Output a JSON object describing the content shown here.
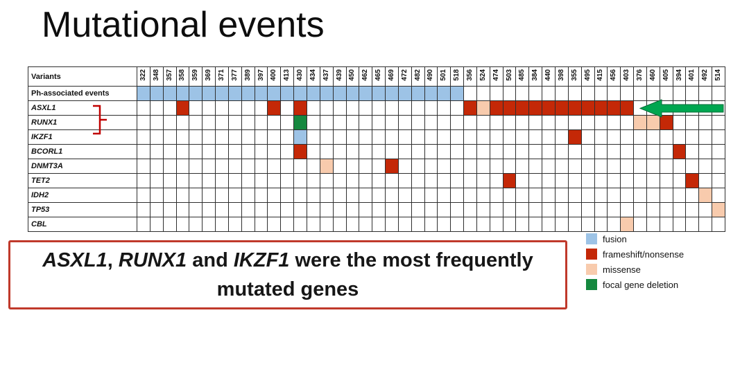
{
  "title": "Mutational events",
  "colors": {
    "fusion": "#9dc3e6",
    "frameshift": "#c42807",
    "missense": "#f8cbad",
    "deletion": "#15883f",
    "arrow": "#00a650",
    "bracket": "#c00000",
    "callout_border": "#c0392b",
    "grid_border": "#2e2e2e"
  },
  "chart_data": {
    "type": "heatmap",
    "title": "Mutational events",
    "corner_label": "Variants",
    "columns": [
      "322",
      "348",
      "357",
      "358",
      "359",
      "369",
      "371",
      "377",
      "389",
      "397",
      "400",
      "413",
      "430",
      "434",
      "437",
      "439",
      "450",
      "462",
      "465",
      "469",
      "472",
      "482",
      "490",
      "501",
      "518",
      "356",
      "524",
      "474",
      "503",
      "485",
      "384",
      "440",
      "398",
      "355",
      "495",
      "415",
      "456",
      "403",
      "376",
      "460",
      "405",
      "394",
      "401",
      "492",
      "514"
    ],
    "rows": [
      {
        "label": "Ph-associated events",
        "italic": false,
        "marks": [
          {
            "type": "fusion",
            "from": 1,
            "to": 25
          }
        ]
      },
      {
        "label": "ASXL1",
        "italic": true,
        "marks": [
          {
            "type": "frameshift",
            "cols": [
              4,
              11,
              13,
              26,
              28,
              29,
              30,
              31,
              32,
              33,
              34,
              35,
              36,
              37,
              38
            ]
          },
          {
            "type": "missense",
            "cols": [
              27
            ]
          }
        ]
      },
      {
        "label": "RUNX1",
        "italic": true,
        "marks": [
          {
            "type": "deletion",
            "cols": [
              13
            ]
          },
          {
            "type": "missense",
            "cols": [
              39,
              40
            ]
          },
          {
            "type": "frameshift",
            "cols": [
              41
            ]
          }
        ]
      },
      {
        "label": "IKZF1",
        "italic": true,
        "marks": [
          {
            "type": "fusion",
            "cols": [
              13
            ]
          },
          {
            "type": "frameshift",
            "cols": [
              34
            ]
          }
        ]
      },
      {
        "label": "BCORL1",
        "italic": true,
        "marks": [
          {
            "type": "frameshift",
            "cols": [
              13,
              42
            ]
          }
        ]
      },
      {
        "label": "DNMT3A",
        "italic": true,
        "marks": [
          {
            "type": "missense",
            "cols": [
              15
            ]
          },
          {
            "type": "frameshift",
            "cols": [
              20
            ]
          }
        ]
      },
      {
        "label": "TET2",
        "italic": true,
        "marks": [
          {
            "type": "frameshift",
            "cols": [
              29,
              43
            ]
          }
        ]
      },
      {
        "label": "IDH2",
        "italic": true,
        "marks": [
          {
            "type": "missense",
            "cols": [
              44
            ]
          }
        ]
      },
      {
        "label": "TP53",
        "italic": true,
        "marks": [
          {
            "type": "missense",
            "cols": [
              45
            ]
          }
        ]
      },
      {
        "label": "CBL",
        "italic": true,
        "marks": [
          {
            "type": "missense",
            "cols": [
              38
            ]
          }
        ]
      }
    ]
  },
  "legend": {
    "items": [
      {
        "label": "fusion",
        "type": "fusion"
      },
      {
        "label": "frameshift/nonsense",
        "type": "frameshift"
      },
      {
        "label": "missense",
        "type": "missense"
      },
      {
        "label": "focal gene deletion",
        "type": "deletion"
      }
    ]
  },
  "callout": {
    "lines": [
      [
        {
          "text": "ASXL1",
          "italic": true
        },
        {
          "text": ", ",
          "italic": false
        },
        {
          "text": "RUNX1",
          "italic": true
        },
        {
          "text": " and ",
          "italic": false
        },
        {
          "text": "IKZF1",
          "italic": true
        },
        {
          "text": " were the most frequently",
          "italic": false
        }
      ],
      [
        {
          "text": "mutated genes",
          "italic": false
        }
      ]
    ]
  }
}
